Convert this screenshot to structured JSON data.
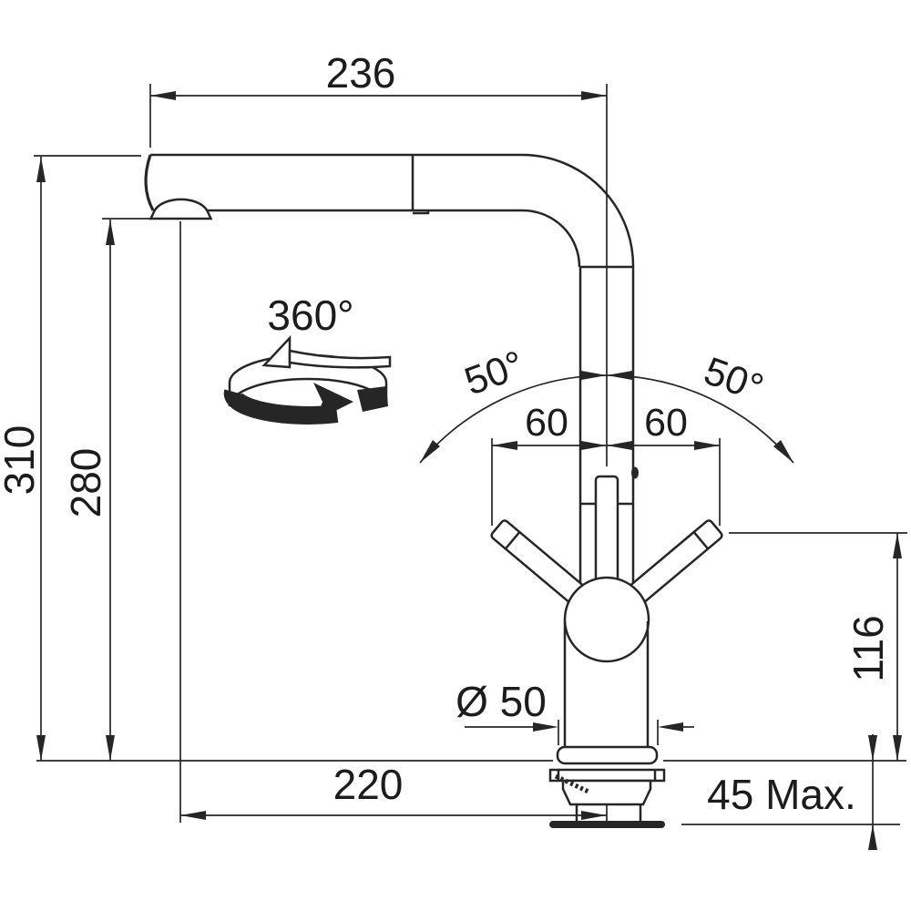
{
  "drawing": {
    "type": "kitchen-faucet-installation-dimension-diagram",
    "units_shown": "mm",
    "colors": {
      "line": "#262626",
      "bg": "#ffffff"
    },
    "icons": [
      "rotation-360-icon"
    ]
  },
  "dimensions": {
    "spout_reach_top": "236",
    "total_height": "310",
    "spout_height": "280",
    "swivel_angle": "360°",
    "lever_angle_left": "50°",
    "lever_angle_right": "50°",
    "lever_span_left": "60",
    "lever_span_right": "60",
    "lever_height": "116",
    "base_diameter": "Ø 50",
    "base_reach": "220",
    "max_counter_thickness": "45 Max."
  }
}
